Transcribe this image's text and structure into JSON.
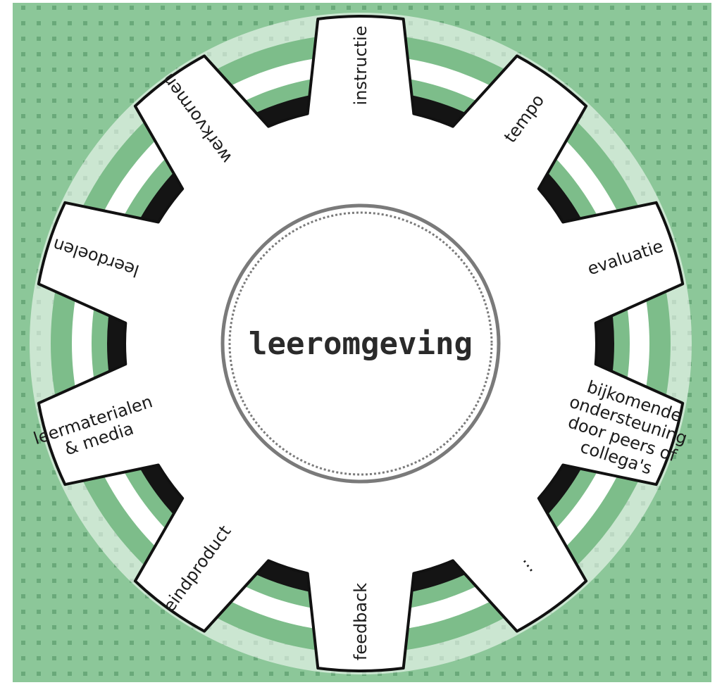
{
  "center": {
    "label": "leeromgeving"
  },
  "teeth": [
    {
      "id": "instructie",
      "lines": [
        "instructie"
      ]
    },
    {
      "id": "tempo",
      "lines": [
        "tempo"
      ]
    },
    {
      "id": "evaluatie",
      "lines": [
        "evaluatie"
      ]
    },
    {
      "id": "ondersteuning",
      "lines": [
        "bijkomende",
        "ondersteuning",
        "door peers of",
        "collega's"
      ]
    },
    {
      "id": "ellipsis",
      "lines": [
        "..."
      ]
    },
    {
      "id": "feedback",
      "lines": [
        "feedback"
      ]
    },
    {
      "id": "eindproduct",
      "lines": [
        "eindproduct"
      ]
    },
    {
      "id": "leermaterialen",
      "lines": [
        "leermaterialen",
        "& media"
      ]
    },
    {
      "id": "leerdoelen",
      "lines": [
        "leerdoelen"
      ]
    },
    {
      "id": "werkvormen",
      "lines": [
        "werkvormen"
      ]
    }
  ],
  "colors": {
    "background": "#8cc799",
    "dots": "#6aa97a",
    "ring_green": "#7dbd8a",
    "hole": "#141414",
    "gear": "#ffffff",
    "gear_outline": "#111111",
    "center_ring": "#7a7a7a"
  }
}
